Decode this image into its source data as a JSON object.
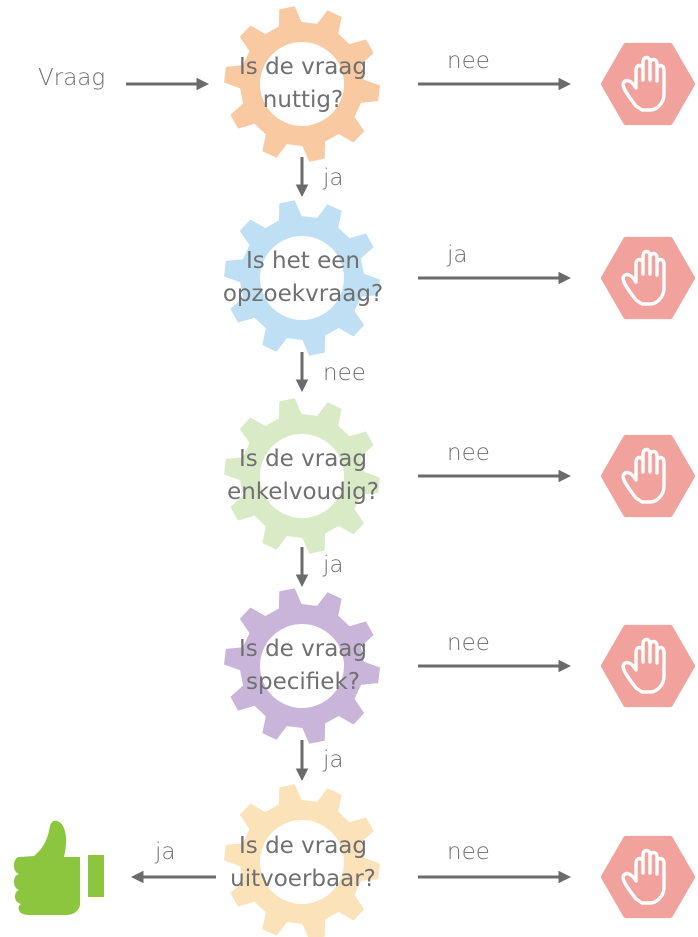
{
  "start_label": "Vraag",
  "steps": [
    {
      "line1": "Is de vraag",
      "line2": "nuttig?",
      "color": "#f9c9a1",
      "right_label": "nee",
      "down_label": "ja"
    },
    {
      "line1": "Is het een",
      "line2": "opzoekvraag?",
      "color": "#bfe0f4",
      "right_label": "ja",
      "down_label": "nee"
    },
    {
      "line1": "Is de vraag",
      "line2": "enkelvoudig?",
      "color": "#d9ebc6",
      "right_label": "nee",
      "down_label": "ja"
    },
    {
      "line1": "Is de vraag",
      "line2": "specifiek?",
      "color": "#c9b5da",
      "right_label": "nee",
      "down_label": "ja"
    },
    {
      "line1": "Is de  vraag",
      "line2": "uitvoerbaar?",
      "color": "#fbe2b8",
      "right_label": "nee",
      "left_label": "ja"
    }
  ],
  "colors": {
    "arrow": "#6b6b6b",
    "stop": "#f2a29d",
    "thumb": "#8cc63f"
  },
  "icons": {
    "stop": "stop-hand-icon",
    "approve": "thumbs-up-icon"
  }
}
